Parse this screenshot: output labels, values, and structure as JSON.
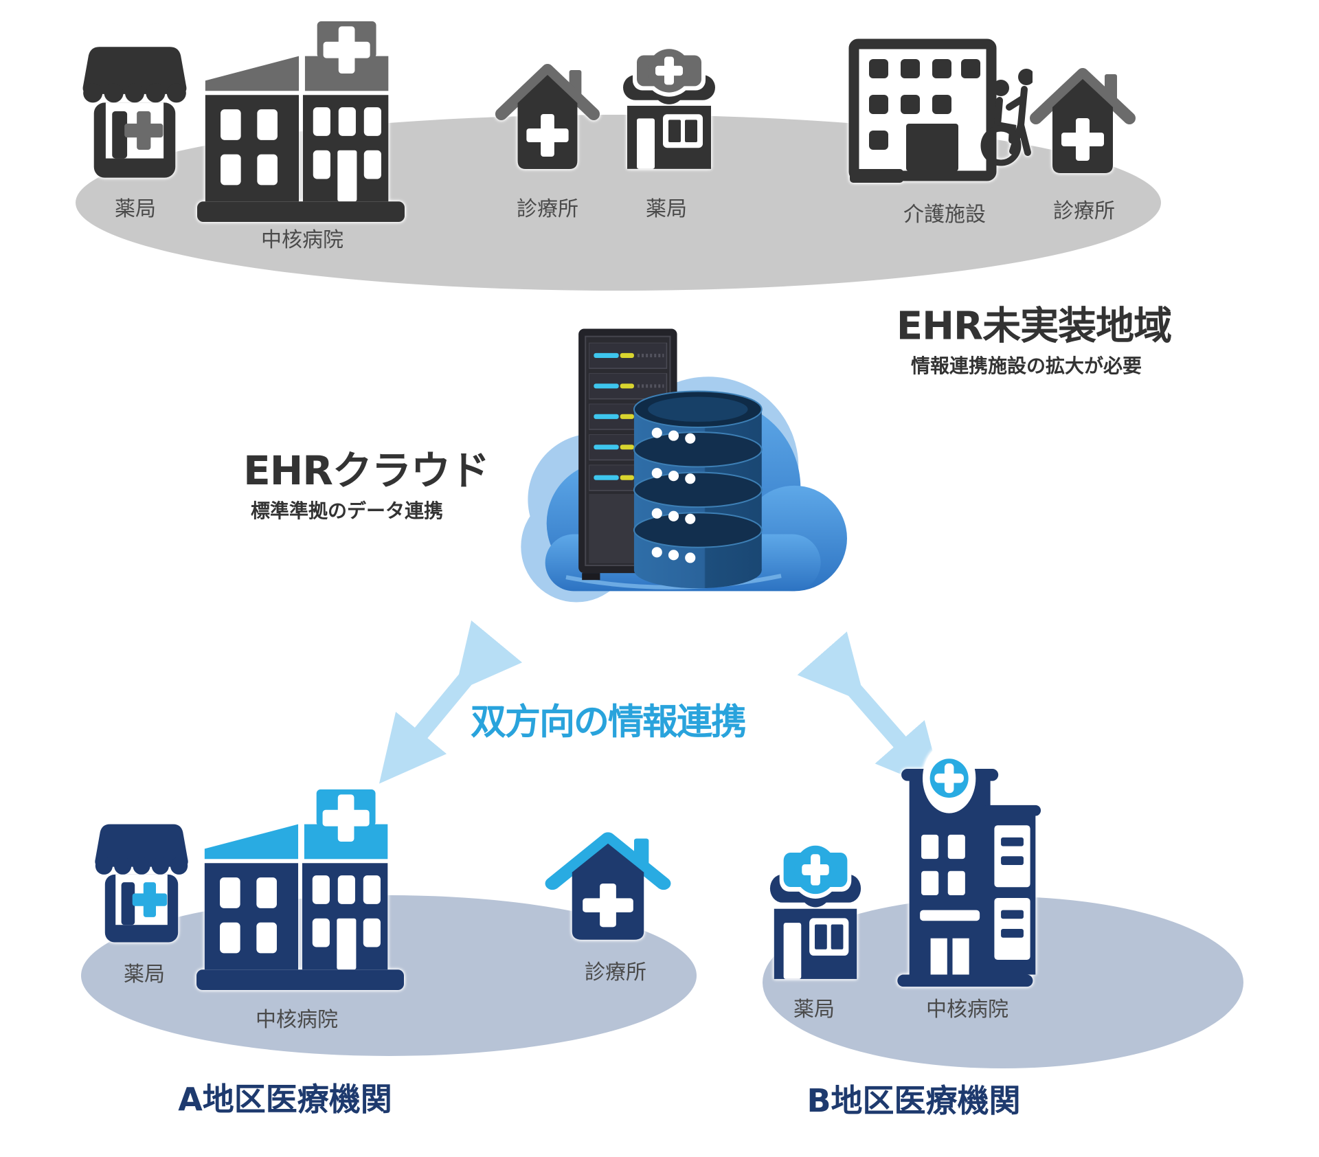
{
  "colors": {
    "mono_primary": "#333333",
    "mono_secondary": "#6b6b6b",
    "navy": "#1e3a6e",
    "accent_blue": "#29abe2",
    "center_text_blue": "#29a3dc",
    "arrow_blue": "#b7def5",
    "top_ellipse_gray": "#c9c9c9",
    "region_ellipse_blue_gray": "#b7c3d6"
  },
  "top_region": {
    "title": "EHR未実装地域",
    "subtitle": "情報連携施設の拡大が必要",
    "facilities": [
      {
        "label": "薬局"
      },
      {
        "label": "中核病院"
      },
      {
        "label": "診療所"
      },
      {
        "label": "薬局"
      },
      {
        "label": "介護施設"
      },
      {
        "label": "診療所"
      }
    ]
  },
  "cloud": {
    "title": "EHRクラウド",
    "subtitle": "標準準拠のデータ連携"
  },
  "center_label": "双方向の情報連携",
  "region_a": {
    "title": "A地区医療機関",
    "facilities": [
      {
        "label": "薬局"
      },
      {
        "label": "中核病院"
      },
      {
        "label": "診療所"
      }
    ]
  },
  "region_b": {
    "title": "B地区医療機関",
    "facilities": [
      {
        "label": "薬局"
      },
      {
        "label": "中核病院"
      }
    ]
  }
}
